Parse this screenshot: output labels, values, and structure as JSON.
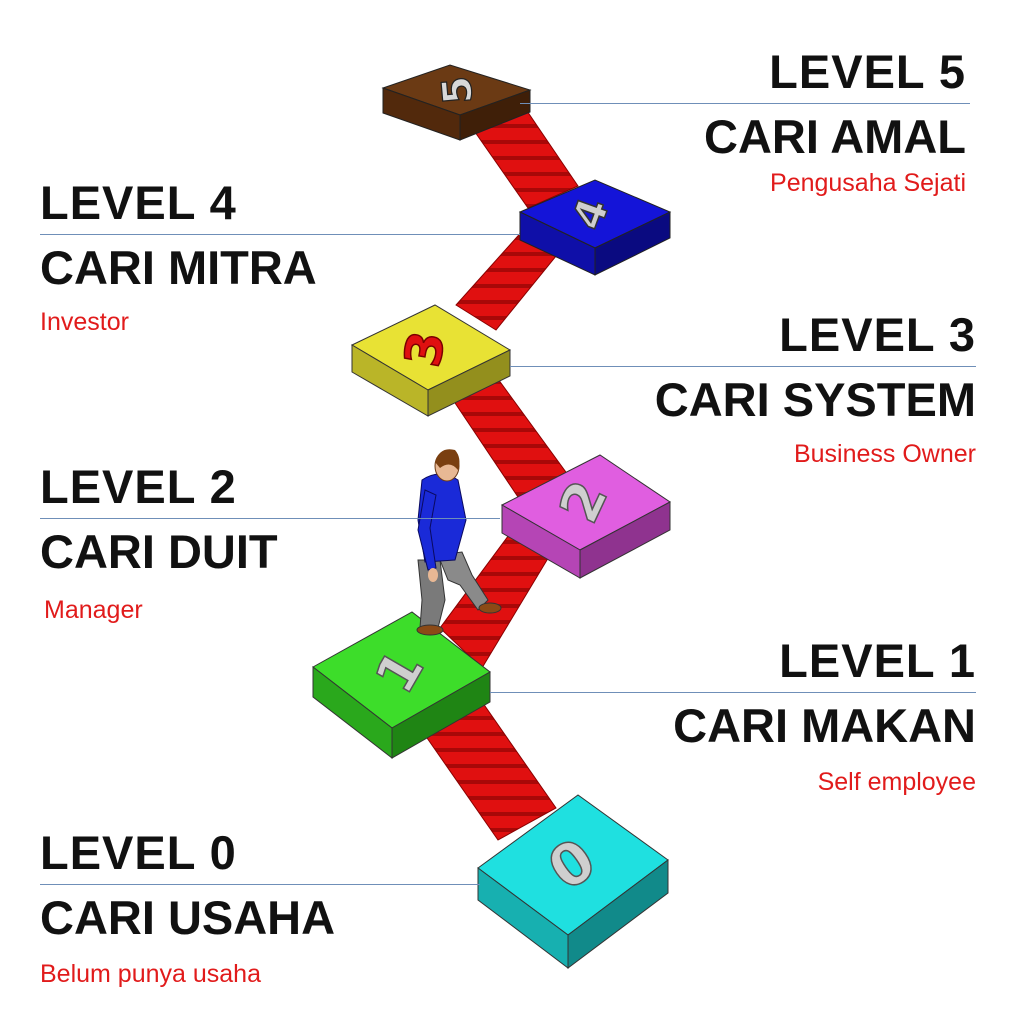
{
  "levels": [
    {
      "id": 0,
      "label": "LEVEL  0",
      "title": "CARI USAHA",
      "subtitle": "Belum punya usaha",
      "block_digit": "0",
      "block_color": "#1fe0e0"
    },
    {
      "id": 1,
      "label": "LEVEL  1",
      "title": "CARI MAKAN",
      "subtitle": "Self employee",
      "block_digit": "1",
      "block_color": "#3ddd2a"
    },
    {
      "id": 2,
      "label": "LEVEL  2",
      "title": "CARI DUIT",
      "subtitle": "Manager",
      "block_digit": "2",
      "block_color": "#e05ee0"
    },
    {
      "id": 3,
      "label": "LEVEL  3",
      "title": "CARI SYSTEM",
      "subtitle": "Business Owner",
      "block_digit": "3",
      "block_color": "#e8e234"
    },
    {
      "id": 4,
      "label": "LEVEL  4",
      "title": "CARI MITRA",
      "subtitle": "Investor",
      "block_digit": "4",
      "block_color": "#1414d8"
    },
    {
      "id": 5,
      "label": "LEVEL  5",
      "title": "CARI AMAL",
      "subtitle": "Pengusaha Sejati",
      "block_digit": "5",
      "block_color": "#6b3a14"
    }
  ],
  "colors": {
    "stairs": "#e01010",
    "label_text": "#111111",
    "subtitle_text": "#e11b1b",
    "rule": "#6f8fb8"
  },
  "figure": {
    "icon": "person-climbing-stairs-icon"
  }
}
